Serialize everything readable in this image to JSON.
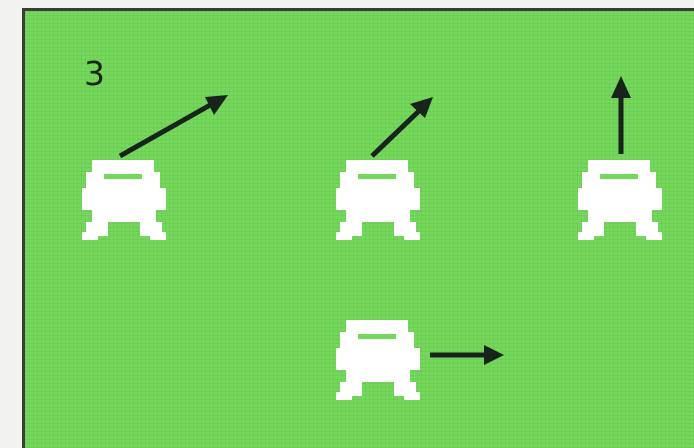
{
  "screen": {
    "label": "3",
    "background_color": "#74d85a",
    "sprite_color": "#ffffff",
    "arrow_color": "#16241a"
  },
  "sprites": [
    {
      "name": "robot-sprite-1",
      "icon": "robot-icon",
      "arrow_direction": "up-right"
    },
    {
      "name": "robot-sprite-2",
      "icon": "robot-icon",
      "arrow_direction": "up-right"
    },
    {
      "name": "robot-sprite-3",
      "icon": "robot-icon",
      "arrow_direction": "up"
    },
    {
      "name": "robot-sprite-4",
      "icon": "robot-icon",
      "arrow_direction": "right"
    }
  ]
}
